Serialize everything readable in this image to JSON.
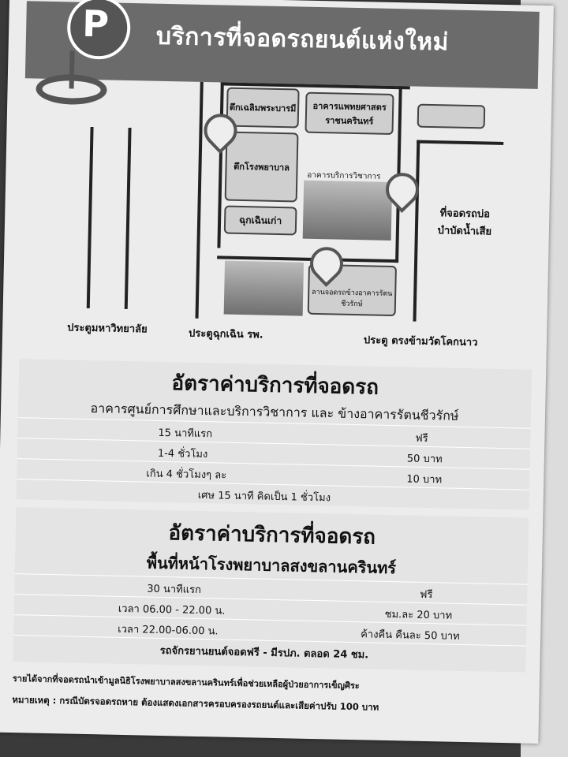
{
  "header": {
    "title": "บริการที่จอดรถยนต์แห่งใหม่",
    "parking_symbol": "P"
  },
  "map": {
    "buildings": [
      {
        "label": "ตึกเฉลิมพระบารมี"
      },
      {
        "label": "อาคารแพทยศาสตรราชนครินทร์"
      },
      {
        "label": "ตึกโรงพยาบาล"
      },
      {
        "label": "อาคารบริการวิชาการ"
      },
      {
        "label": "ฉุกเฉินเก่า"
      },
      {
        "label": "ลานจอดรถข้างอาคารรัตนชีวรักษ์"
      }
    ],
    "parking_east": "ที่จอดรถบ่อบำบัดน้ำเสีย",
    "gates": [
      {
        "label": "ประตูมหาวิทยาลัย"
      },
      {
        "label": "ประตูฉุกเฉิน รพ."
      },
      {
        "label": "ประตู ตรงข้ามวัดโคกนาว"
      }
    ]
  },
  "rates1": {
    "title": "อัตราค่าบริการที่จอดรถ",
    "subtitle": "อาคารศูนย์การศึกษาและบริการวิชาการ และ ข้างอาคารรัตนชีวรักษ์",
    "rows": [
      {
        "period": "15 นาทีแรก",
        "price": "ฟรี"
      },
      {
        "period": "1-4 ชั่วโมง",
        "price": "50 บาท"
      },
      {
        "period": "เกิน 4 ชั่วโมงๆ ละ",
        "price": "10 บาท"
      }
    ],
    "note": "เศษ 15 นาที คิดเป็น 1 ชั่วโมง"
  },
  "rates2": {
    "title": "อัตราค่าบริการที่จอดรถ",
    "subtitle": "พื้นที่หน้าโรงพยาบาลสงขลานครินทร์",
    "rows": [
      {
        "period": "30 นาทีแรก",
        "price": "ฟรี"
      },
      {
        "period": "เวลา 06.00 - 22.00 น.",
        "price": "ชม.ละ 20 บาท"
      },
      {
        "period": "เวลา 22.00-06.00 น.",
        "price": "ค้างคืน คืนละ 50 บาท"
      }
    ],
    "note": "รถจักรยานยนต์จอดฟรี - มีรปภ. ตลอด 24 ชม."
  },
  "footer": {
    "line1": "รายได้จากที่จอดรถนำเข้ามูลนิธิโรงพยาบาลสงขลานครินทร์เพื่อช่วยเหลือผู้ป่วยอาการเข็ญศิระ",
    "line2": "หมายเหตุ : กรณีบัตรจอดรถหาย ต้องแสดงเอกสารครอบครองรถยนต์และเสียค่าปรับ 100 บาท"
  }
}
